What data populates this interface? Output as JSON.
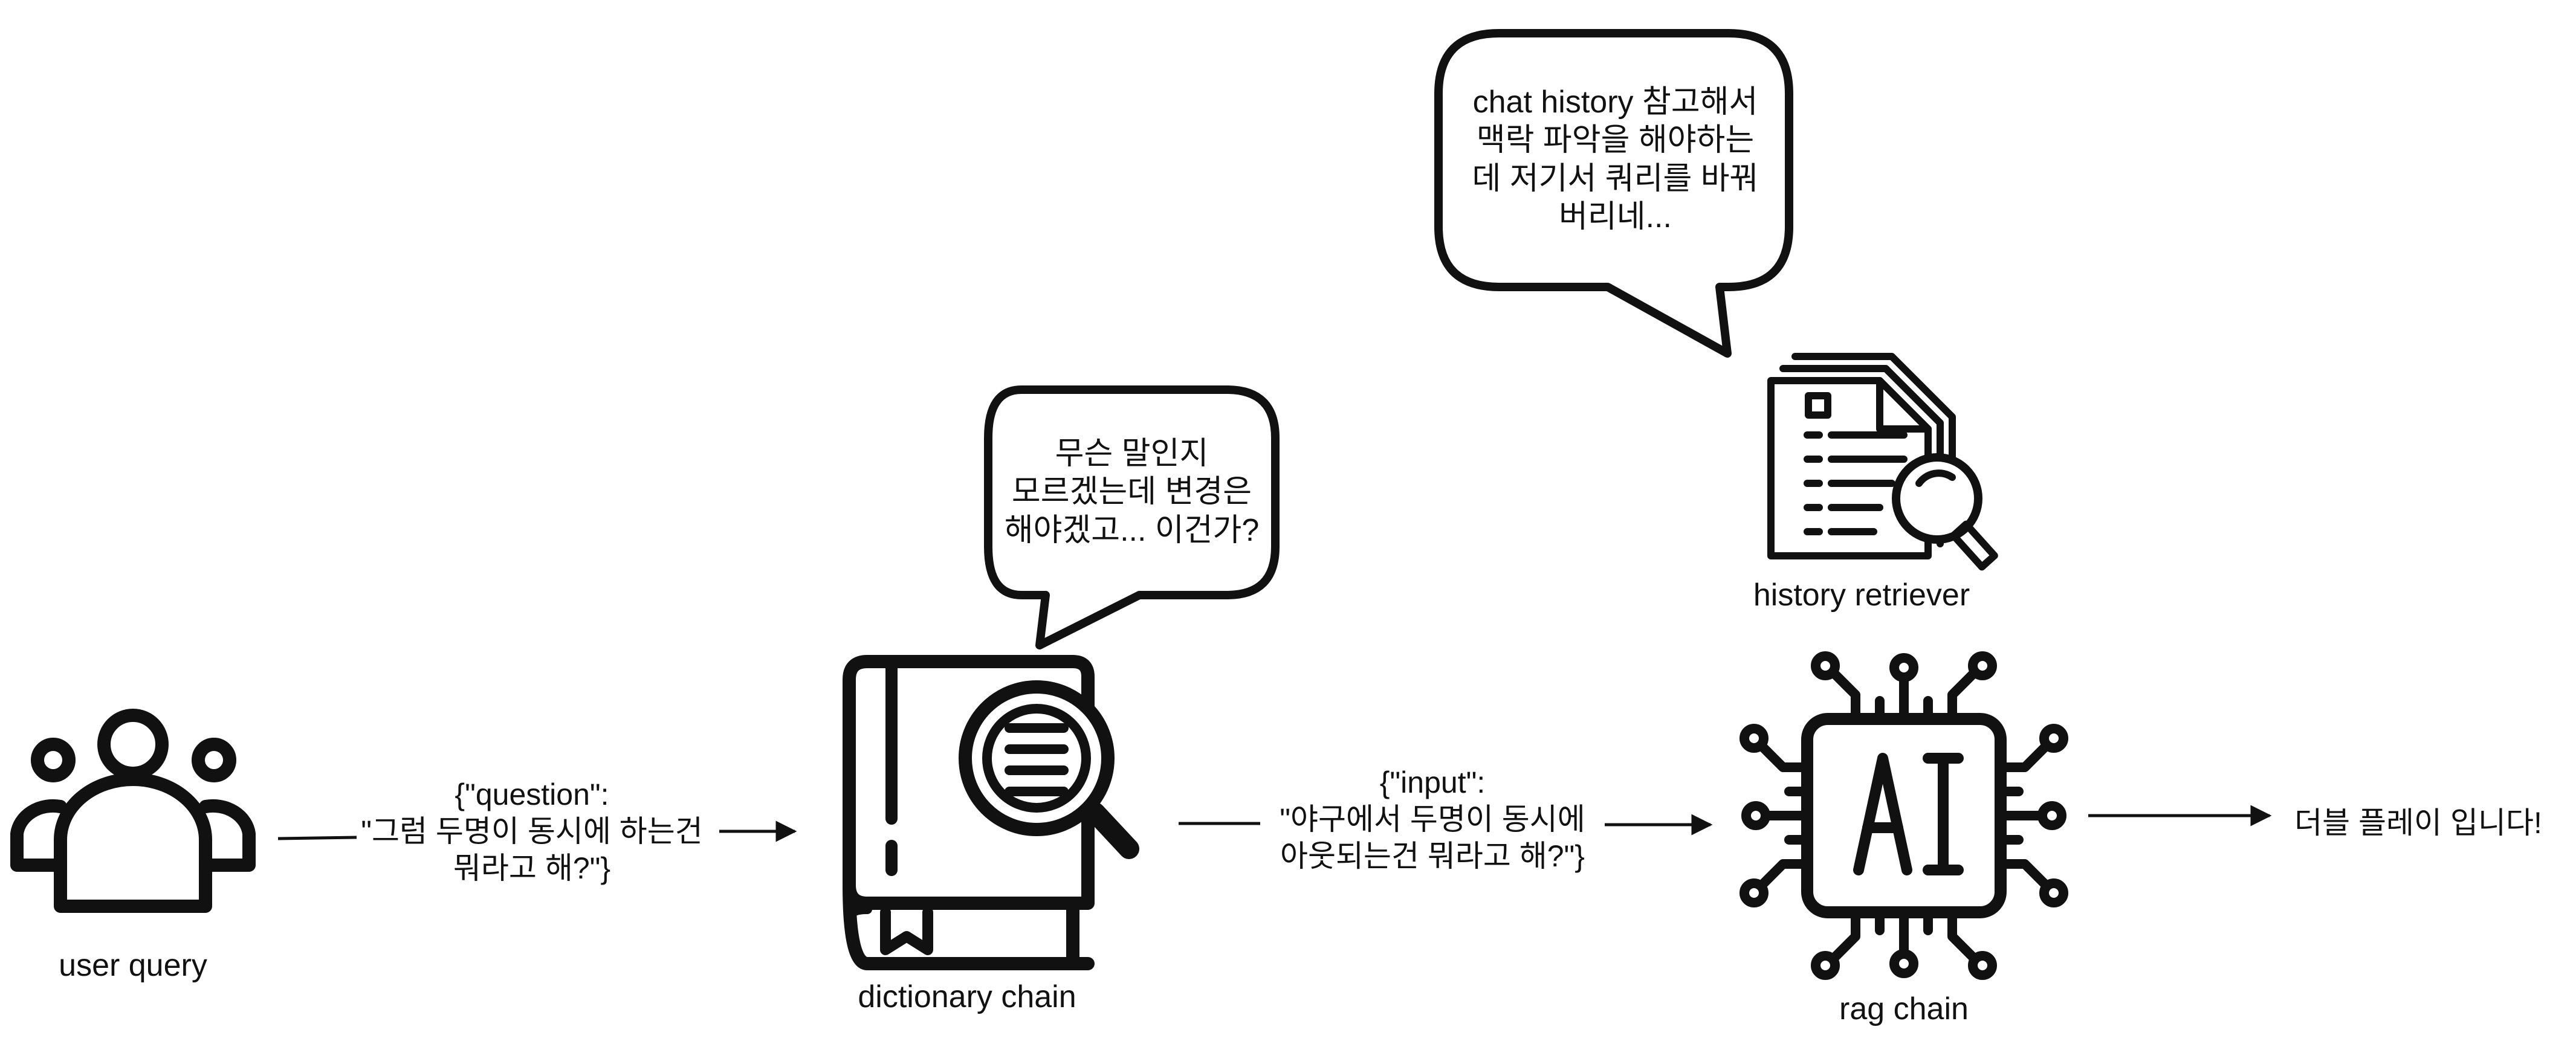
{
  "nodes": {
    "user_query": {
      "label": "user query",
      "icon": "users-group-icon"
    },
    "dictionary_chain": {
      "label": "dictionary chain",
      "icon": "book-magnifier-icon"
    },
    "history_retriever": {
      "label": "history retriever",
      "icon": "document-search-icon"
    },
    "rag_chain": {
      "label": "rag chain",
      "icon": "ai-chip-icon"
    }
  },
  "edges": {
    "user_to_dictionary": {
      "lines": [
        "{\"question\":",
        "\"그럼 두명이 동시에 하는건",
        "뭐라고 해?\"}"
      ]
    },
    "dictionary_to_rag": {
      "lines": [
        "{\"input\":",
        "\"야구에서 두명이 동시에",
        "아웃되는건 뭐라고 해?\"}"
      ]
    }
  },
  "bubbles": {
    "dictionary_thought": {
      "lines": [
        "무슨 말인지",
        "모르겠는데 변경은",
        "해야겠고... 이건가?"
      ]
    },
    "history_thought": {
      "lines": [
        "chat history 참고해서",
        "맥락 파악을 해야하는",
        "데 저기서 쿼리를 바꿔",
        "버리네..."
      ]
    }
  },
  "output": {
    "text": "더블 플레이 입니다!"
  },
  "colors": {
    "stroke": "#111111",
    "background": "#ffffff"
  }
}
